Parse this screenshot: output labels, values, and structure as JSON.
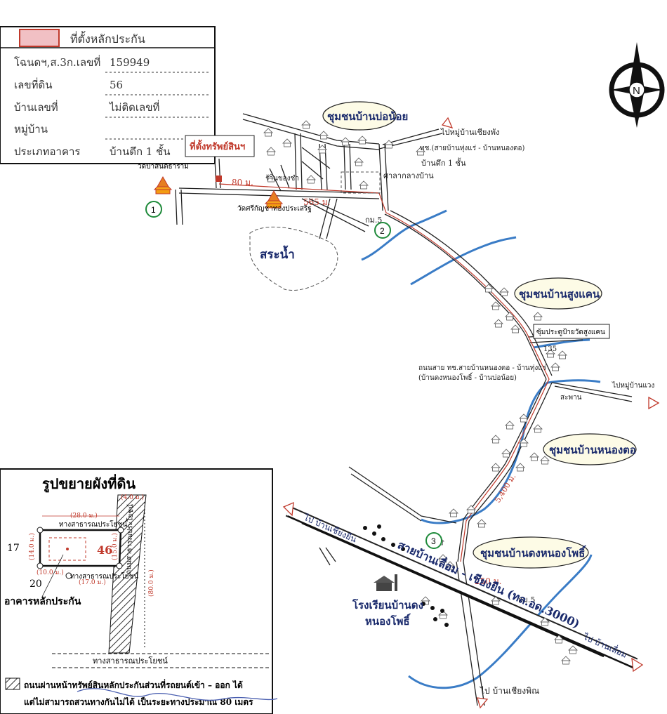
{
  "info_box": {
    "legend_label": "ที่ตั้งหลักประกัน",
    "rows": [
      {
        "label": "โฉนดฯ,ส.3ก.เลขที่",
        "value": "159949"
      },
      {
        "label": "เลขที่ดิน",
        "value": "56"
      },
      {
        "label": "บ้านเลขที่",
        "value": "ไม่ติดเลขที่"
      },
      {
        "label": "หมู่บ้าน",
        "value": ""
      },
      {
        "label": "ประเภทอาคาร",
        "value": "บ้านตึก 1 ชั้น"
      }
    ]
  },
  "map": {
    "communities": {
      "bo_noi": "ชุมชนบ้านบ่อน้อย",
      "sung_khaen": "ชุมชนบ้านสูงแคน",
      "nong_to": "ชุมชนบ้านหนองตอ",
      "dong_nong_pho": "ชุมชนบ้านดงหนองโพธิ์"
    },
    "asset_location": "ที่ตั้งทรัพย์สินฯ",
    "pond": "สระน้ำ",
    "temples": {
      "pa_san": "วัดป่าสันติธาราม",
      "sri_kan": "วัดศรีกัญชาทองประเสริฐ"
    },
    "shop": "ร้านของชำ",
    "village_hall": "ศาลากลางบ้าน",
    "house_1_story": "บ้านตึก 1 ชั้น",
    "to_chiang_phang": "ไปหมู่บ้านเชียงพัง",
    "road_sub": "ทช.(สายบ้านทุ่งแร่ - บ้านหนองตอ)",
    "gate": "ซุ้มประตูป้ายวัดสูงแคน",
    "road_desc_1": "ถนนสาย ทช.สายบ้านหนองตอ - บ้านทุ่งแร่",
    "road_desc_2": "(บ้านดงหนองโพธิ์ - บ้านบ่อน้อย)",
    "bridge": "สะพาน",
    "to_ban_waeng": "ไปหมู่บ้านแวง",
    "main_road": "สายบ้านเลื่อม - เชียงยืน (ทล.อด.3000)",
    "to_chiang_yuen": "ไป บ้านเชียงยืน",
    "to_ban_luam": "ไป บ้านเลื่อม",
    "to_chiang_phin": "ไป บ้านเชียงพิณ",
    "school_1": "โรงเรียนบ้านดง",
    "school_2": "หนองโพธิ์",
    "km5_a": "กม.5",
    "km5_b": "กม.5",
    "num_135": "135",
    "dist_80": "80 ม.",
    "dist_565": "565 ม.",
    "dist_5400": "5,400 ม.",
    "dist_250": "250 ม.",
    "markers": [
      "1",
      "2",
      "3"
    ],
    "north": "N"
  },
  "plan": {
    "title": "รูปขยายผังที่ดิน",
    "parcel_no": "46",
    "road_top": "ทางสาธารณประโยชน์",
    "road_bottom": "ทางสาธารณประโยชน์",
    "road_mid": "ทางสาธารณประโยชน์",
    "road_vert": "ถนนสาธารณประโยชน์",
    "dim_28": "(28.0 ม.)",
    "dim_4": "(4.0 ม.)",
    "dim_14": "(14.0 ม.)",
    "dim_15": "(15.0 ม.)",
    "dim_10": "(10.0 ม.)",
    "dim_17": "(17.0 ม.)",
    "dim_80": "(80.0 ม.)",
    "corner_17": "17",
    "corner_20": "20",
    "building_label": "อาคารหลักประกัน",
    "note_1": "ถนนผ่านหน้าทรัพย์สินหลักประกันส่วนที่รถยนต์เข้า – ออก ได้",
    "note_2": "แต่ไม่สามารถสวนทางกันไม่ได้ เป็นระยะทางประมาณ 80 เมตร"
  },
  "colors": {
    "river": "#3a7cc6",
    "route": "#c0392b",
    "community_fill": "#fdfbe6",
    "community_text": "#1a2a6c",
    "marker": "#1e8a3a"
  }
}
